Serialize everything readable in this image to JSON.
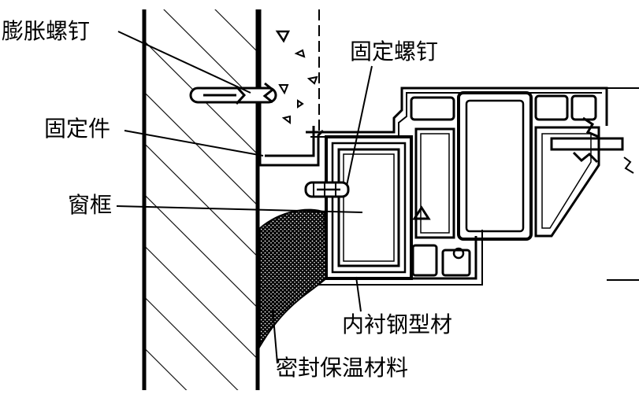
{
  "labels": {
    "expansion_screw": "膨胀螺钉",
    "fixing_screw": "固定螺钉",
    "fixing_piece": "固定件",
    "window_frame": "窗框",
    "steel_lining": "内衬钢型材",
    "sealing_insulation": "密封保温材料"
  },
  "colors": {
    "ink": "#000000",
    "paper": "#ffffff"
  }
}
